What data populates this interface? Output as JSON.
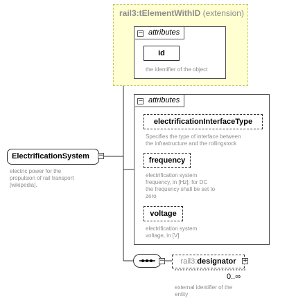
{
  "extension": {
    "type_name": "rail3:tElementWithID",
    "qualifier": " (extension)"
  },
  "inherited_attributes": {
    "header": "attributes",
    "items": [
      {
        "name": "id",
        "description": "the identifier of the object"
      }
    ]
  },
  "own_attributes": {
    "header": "attributes",
    "items": [
      {
        "name": "electrificationInterfaceType",
        "description": [
          "Specifies the type of interface between",
          "the infrastructure and the rollingstock"
        ]
      },
      {
        "name": "frequency",
        "description": [
          "electrification system",
          "frequency, in [Hz]; for DC",
          "the frequency shall be set to",
          "zero"
        ]
      },
      {
        "name": "voltage",
        "description": [
          "electrification system",
          "voltage, in [V]"
        ]
      }
    ]
  },
  "root_element": {
    "name": "ElectrificationSystem",
    "description": [
      "electric power for the",
      "propulsion of rail transport",
      "[wikipedia]."
    ]
  },
  "child_element": {
    "prefix": "rail3:",
    "name": "designator",
    "cardinality": "0..∞",
    "description": [
      "external identifier of the",
      "entity"
    ]
  },
  "icons": {
    "collapse": "−",
    "expand": "+"
  }
}
